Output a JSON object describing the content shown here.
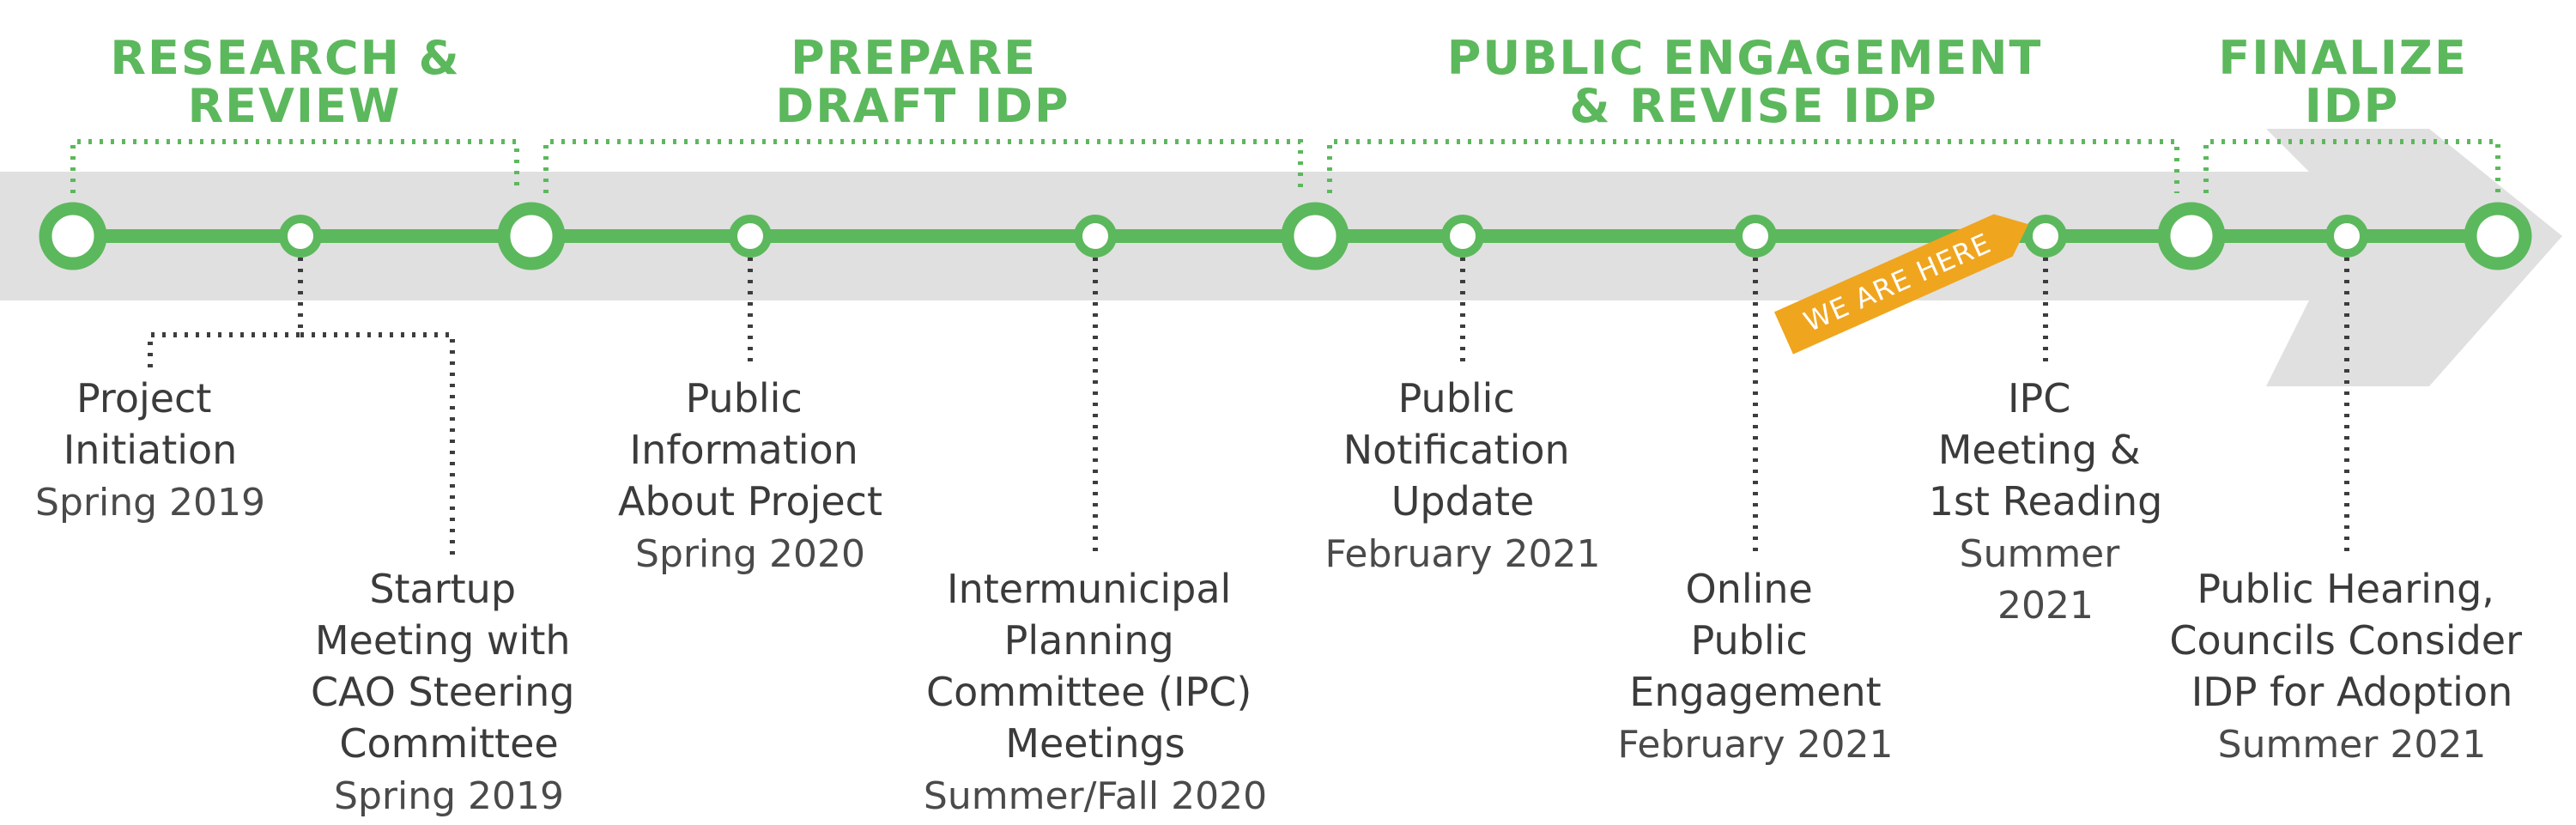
{
  "colors": {
    "accent": "#5cb85c",
    "arrow": "#e0e0e0",
    "connector": "#3d3d3d",
    "badge": "#f0a51e"
  },
  "phases": [
    {
      "lines": [
        "RESEARCH &",
        "REVIEW"
      ]
    },
    {
      "lines": [
        "PREPARE",
        "DRAFT IDP"
      ]
    },
    {
      "lines": [
        "PUBLIC ENGAGEMENT",
        "& REVISE IDP"
      ]
    },
    {
      "lines": [
        "FINALIZE",
        "IDP"
      ]
    }
  ],
  "milestones": [
    {
      "title": [
        "Project",
        "Initiation"
      ],
      "date": [
        "Spring 2019"
      ]
    },
    {
      "title": [
        "Startup",
        "Meeting with",
        "CAO Steering",
        "Committee"
      ],
      "date": [
        "Spring 2019"
      ]
    },
    {
      "title": [
        "Public",
        "Information",
        "About Project"
      ],
      "date": [
        "Spring 2020"
      ]
    },
    {
      "title": [
        "Intermunicipal",
        "Planning",
        "Committee (IPC)",
        "Meetings"
      ],
      "date": [
        "Summer/Fall 2020"
      ]
    },
    {
      "title": [
        "Public",
        "Notification",
        "Update"
      ],
      "date": [
        "February 2021"
      ]
    },
    {
      "title": [
        "Online",
        "Public",
        "Engagement"
      ],
      "date": [
        "February 2021"
      ]
    },
    {
      "title": [
        "IPC",
        "Meeting &",
        "1st Reading"
      ],
      "date": [
        "Summer",
        "2021"
      ]
    },
    {
      "title": [
        "Public Hearing,",
        "Councils Consider",
        "IDP for Adoption"
      ],
      "date": [
        "Summer 2021"
      ]
    }
  ],
  "badge": {
    "text": "WE ARE HERE"
  }
}
